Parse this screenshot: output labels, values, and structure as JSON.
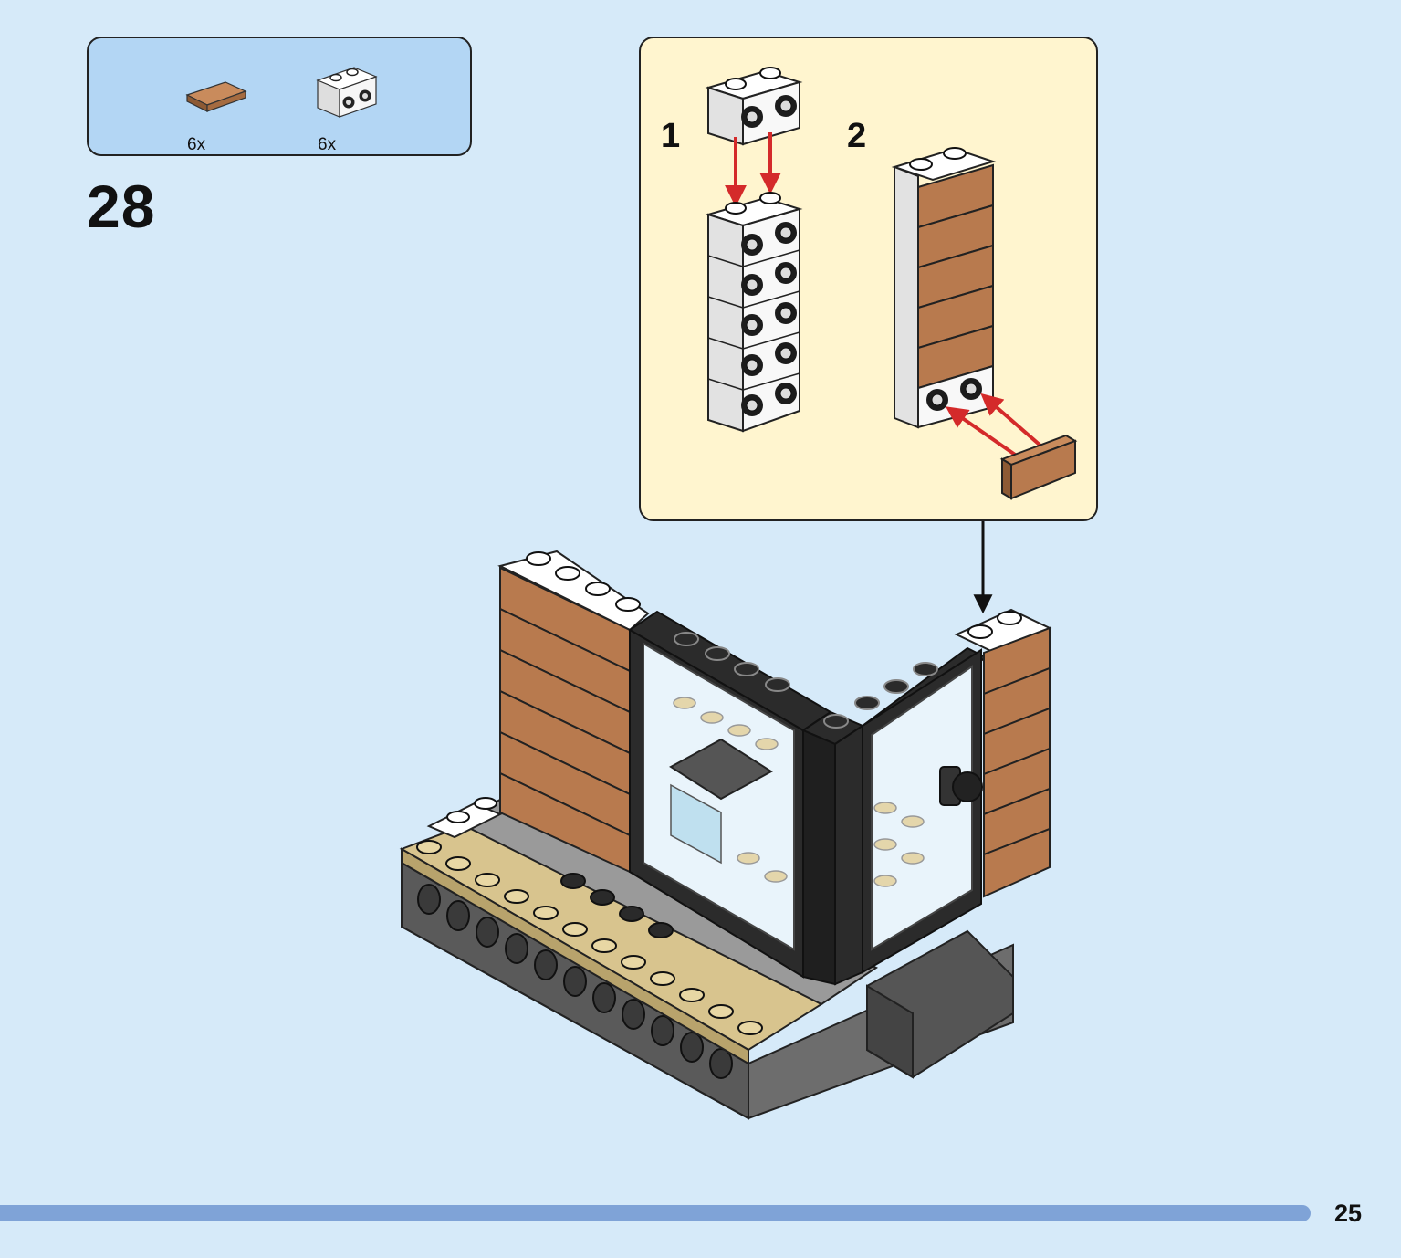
{
  "parts_list": {
    "items": [
      {
        "name": "tile-1x2-brown-icon",
        "qty": "6x",
        "color": "#b87a4e"
      },
      {
        "name": "brick-1x2-studs-side-white-icon",
        "qty": "6x",
        "color": "#f4f4f4"
      }
    ]
  },
  "step": {
    "number": "28"
  },
  "callout": {
    "substeps": [
      {
        "label": "1"
      },
      {
        "label": "2"
      }
    ]
  },
  "colors": {
    "background": "#d6eaf9",
    "parts_box": "#b3d6f4",
    "callout": "#fff5cf",
    "brown": "#b87a4e",
    "white_brick": "#f4f4f4",
    "black_brick": "#2b2b2b",
    "tan": "#d8c48e",
    "gray": "#8c8c8c",
    "arrow_red": "#d42a2a",
    "footer_bar": "#7fa3d7"
  },
  "footer": {
    "page_number": "25"
  }
}
